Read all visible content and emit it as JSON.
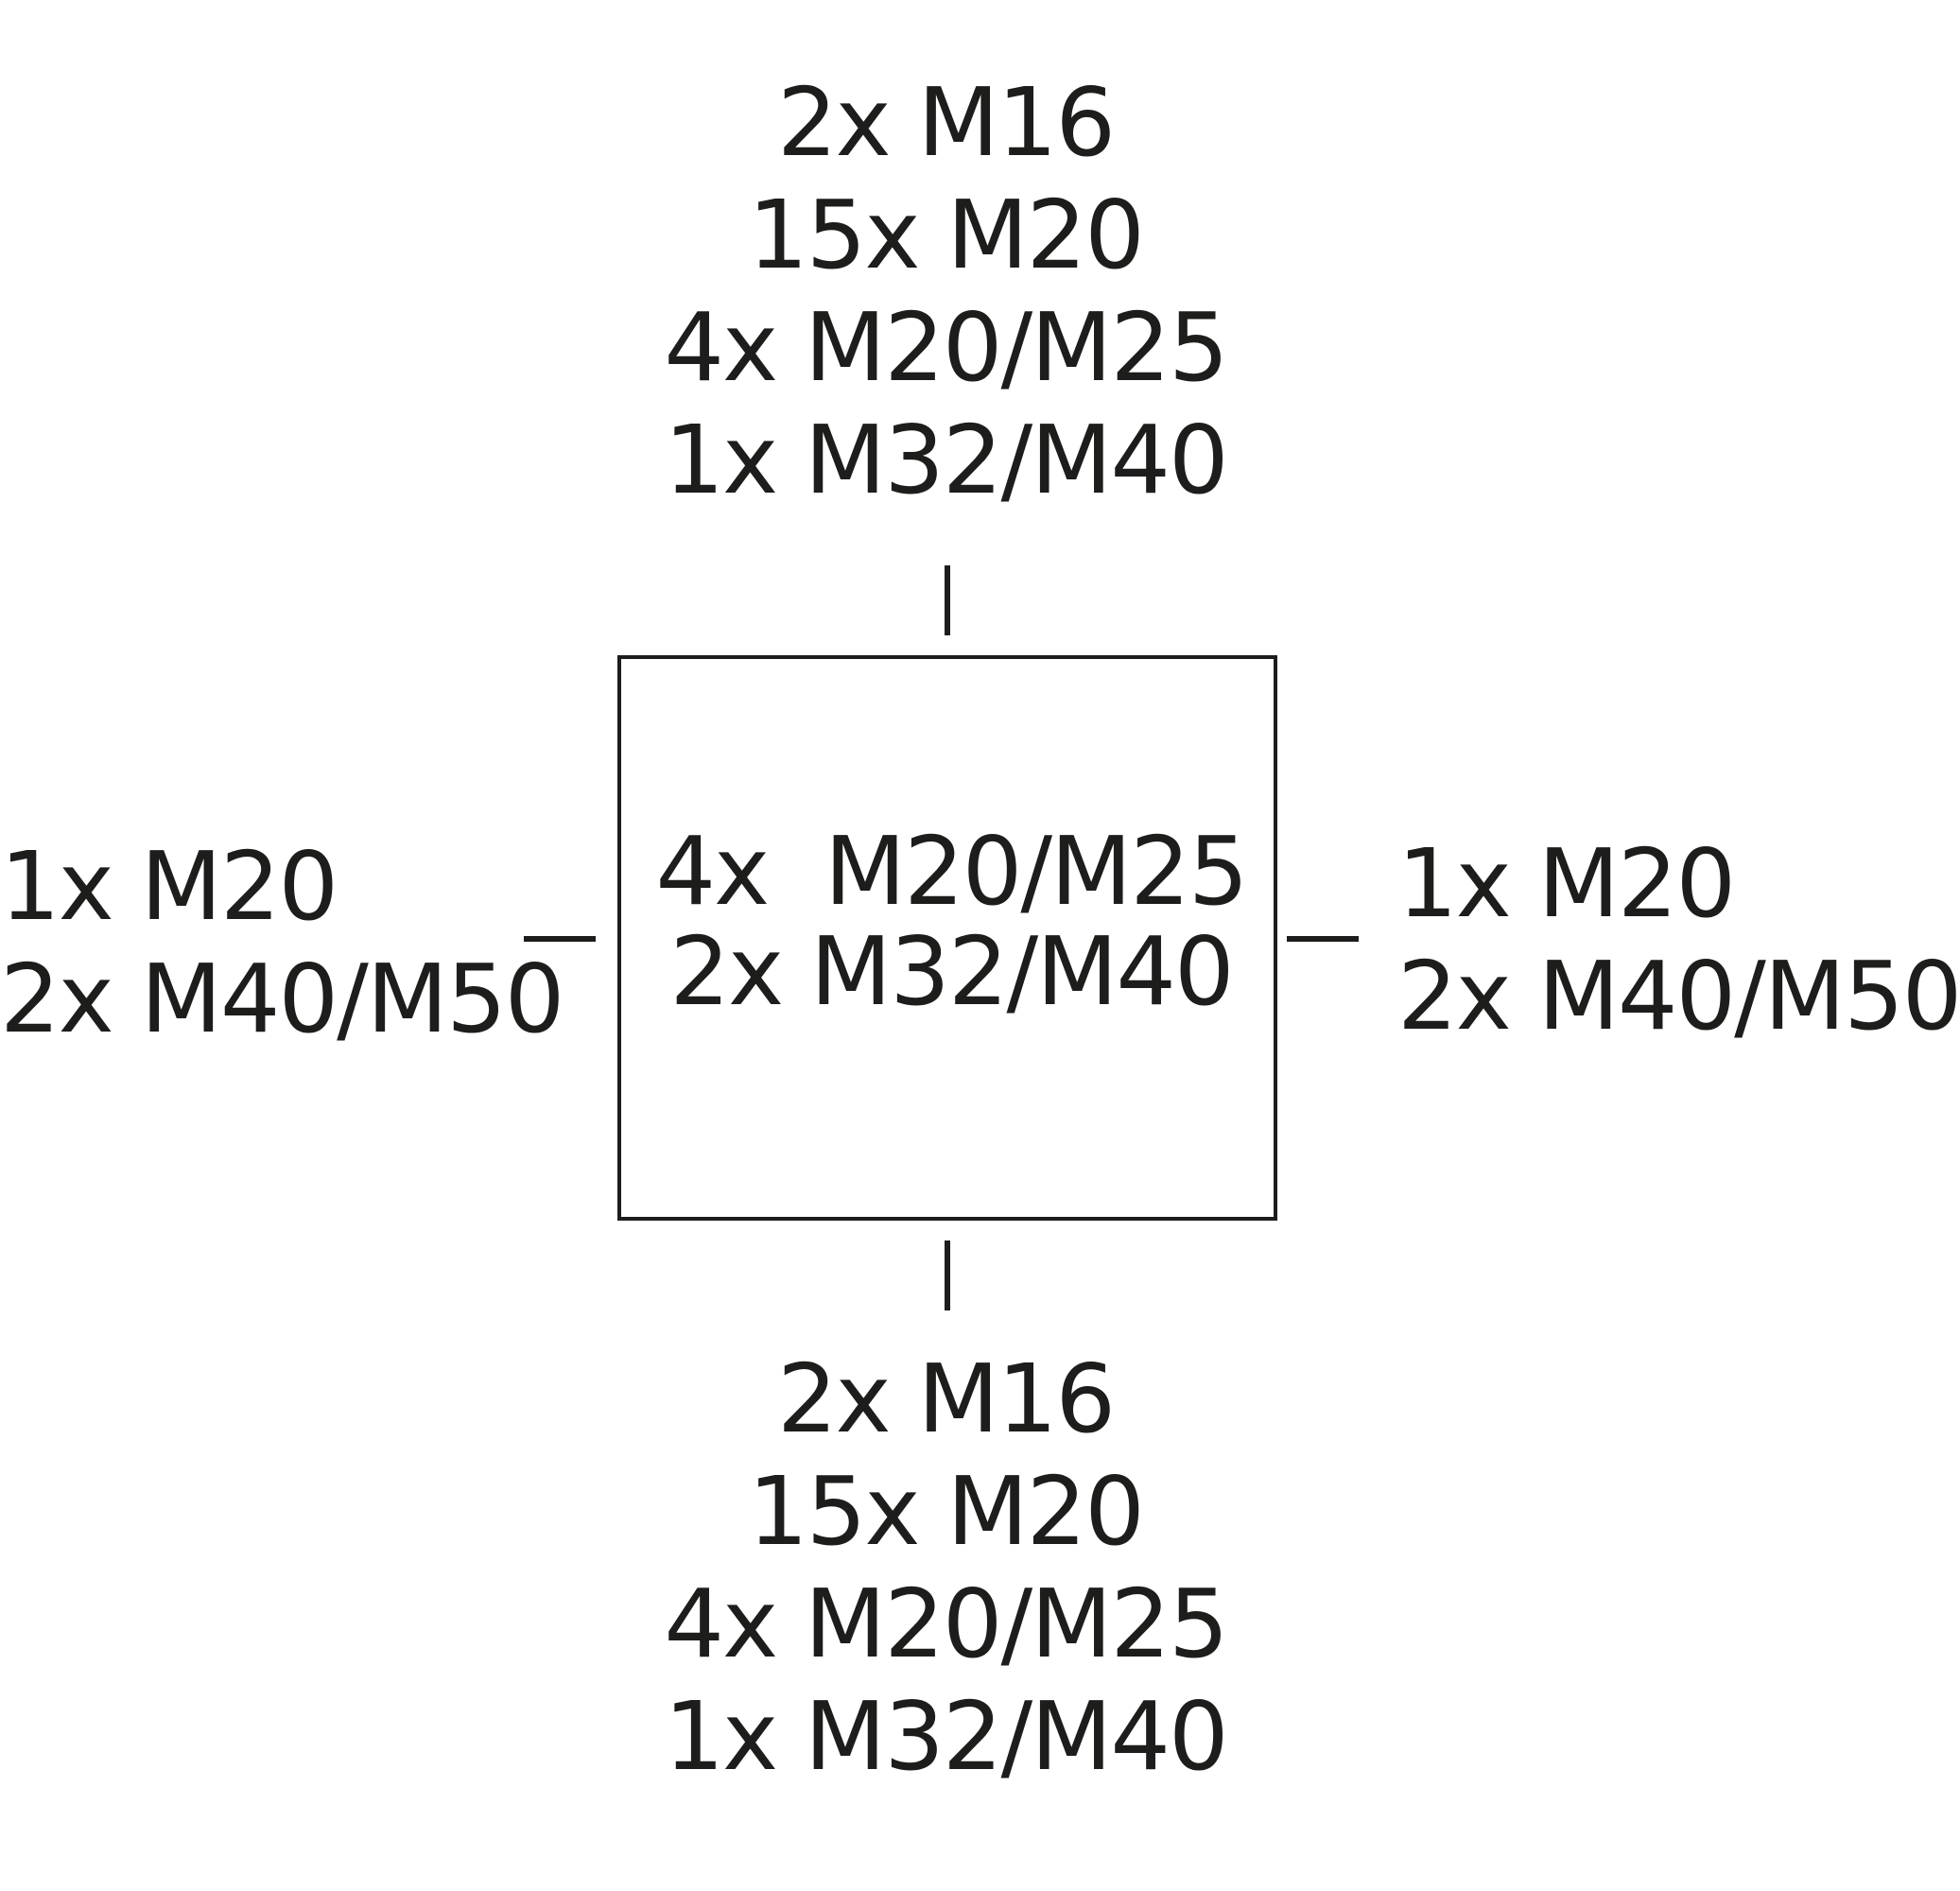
{
  "top": {
    "lines": [
      "2x M16",
      "15x M20",
      "4x M20/M25",
      "1x M32/M40"
    ]
  },
  "bottom": {
    "lines": [
      "2x M16",
      "15x M20",
      "4x M20/M25",
      "1x M32/M40"
    ]
  },
  "left": {
    "lines": [
      "1x M20",
      "2x M40/M50"
    ]
  },
  "right": {
    "lines": [
      "1x M20",
      "2x M40/M50"
    ]
  },
  "center": {
    "lines": [
      "4x  M20/M25",
      "2x M32/M40"
    ]
  },
  "colors": {
    "ink": "#1d1d1b",
    "background": "#ffffff"
  }
}
